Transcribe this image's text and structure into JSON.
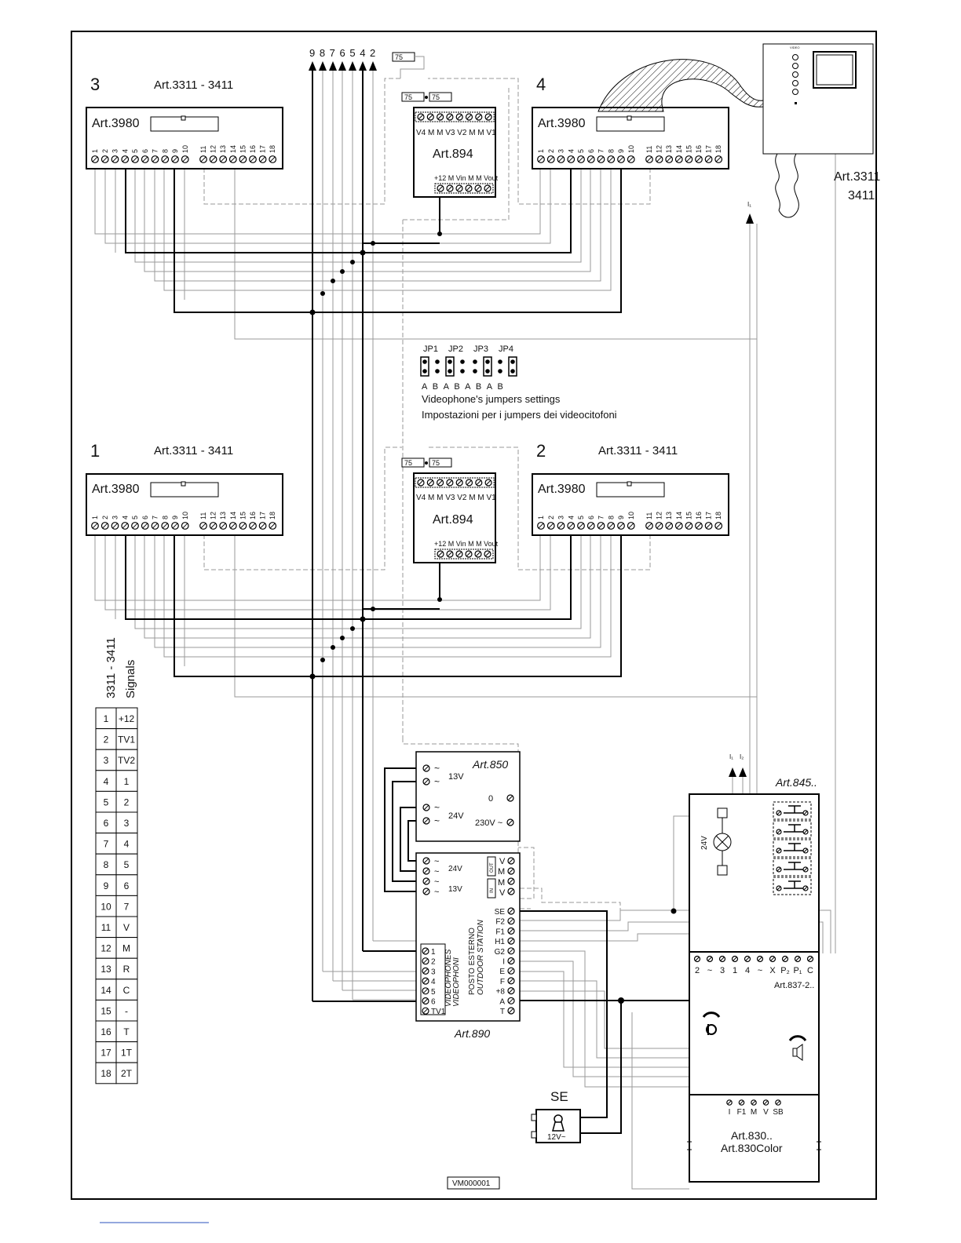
{
  "bus_numbers": "9 8 7 6 5 4 2",
  "resistor": "75",
  "units": [
    {
      "id": "3",
      "title": "Art.3311 - 3411",
      "decoder": "Art.3980"
    },
    {
      "id": "4",
      "title": "",
      "decoder": "Art.3980"
    },
    {
      "id": "1",
      "title": "Art.3311 - 3411",
      "decoder": "Art.3980"
    },
    {
      "id": "2",
      "title": "Art.3311 - 3411",
      "decoder": "Art.3980"
    }
  ],
  "terminal_numbers": [
    "1",
    "2",
    "3",
    "4",
    "5",
    "6",
    "7",
    "8",
    "9",
    "10",
    "11",
    "12",
    "13",
    "14",
    "15",
    "16",
    "17",
    "18"
  ],
  "distributor": {
    "name": "Art.894",
    "top_terminals": "V4 M M V3 V2 M M V1",
    "bottom_terminals": "+12 M Vin M M Vout"
  },
  "monitor": {
    "line1": "Art.3311",
    "line2": "3411",
    "video_label": "VIDEO",
    "cable_tag": "I₁"
  },
  "jumpers": {
    "labels": [
      "JP1",
      "JP2",
      "JP3",
      "JP4"
    ],
    "positions": "A B A B A B A B",
    "caption_en": "Videophone's jumpers settings",
    "caption_it": "Impostazioni per i jumpers dei videocitofoni"
  },
  "signals": {
    "heading": "3311 - 3411",
    "subheading": "Signals",
    "rows": [
      [
        "1",
        "+12"
      ],
      [
        "2",
        "TV1"
      ],
      [
        "3",
        "TV2"
      ],
      [
        "4",
        "1"
      ],
      [
        "5",
        "2"
      ],
      [
        "6",
        "3"
      ],
      [
        "7",
        "4"
      ],
      [
        "8",
        "5"
      ],
      [
        "9",
        "6"
      ],
      [
        "10",
        "7"
      ],
      [
        "11",
        "V"
      ],
      [
        "12",
        "M"
      ],
      [
        "13",
        "R"
      ],
      [
        "14",
        "C"
      ],
      [
        "15",
        "-"
      ],
      [
        "16",
        "T"
      ],
      [
        "17",
        "1T"
      ],
      [
        "18",
        "2T"
      ]
    ]
  },
  "power_supply": {
    "name": "Art.850",
    "v13": "13V",
    "v24": "24V",
    "zero": "0",
    "v230": "230V ~"
  },
  "outdoor_station": {
    "name": "Art.890",
    "v24": "24V",
    "v13": "13V",
    "out": "OUT",
    "in": "IN",
    "out_terms": [
      "V",
      "M"
    ],
    "in_terms": [
      "M",
      "V"
    ],
    "right_terms": [
      "SE",
      "F2",
      "F1",
      "H1",
      "G2",
      "I",
      "E",
      "F",
      "+8",
      "A",
      "T"
    ],
    "left_terms": [
      "1",
      "2",
      "3",
      "4",
      "5",
      "6",
      "TV1"
    ],
    "vertical1": "VIDEOPHONES",
    "vertical2": "VIDEOPHONI",
    "vertical3": "POSTO ESTERNO",
    "vertical4": "OUTDOOR STATION"
  },
  "push_panel": {
    "name": "Art.845..",
    "lamp": "24V"
  },
  "audio_unit": {
    "name": "Art.837-2..",
    "terminals": [
      "2",
      "~",
      "3",
      "1",
      "4",
      "~",
      "X",
      "P₂",
      "P₁",
      "C"
    ]
  },
  "speaker_module": {
    "terminals": [
      "I",
      "F1",
      "M",
      "V",
      "SB"
    ],
    "line1": "Art.830..",
    "line2": "Art.830Color"
  },
  "lock": {
    "label": "SE",
    "voltage": "12V~"
  },
  "top_tags": [
    "I₁",
    "I₂"
  ],
  "footer_code": "VM000001"
}
